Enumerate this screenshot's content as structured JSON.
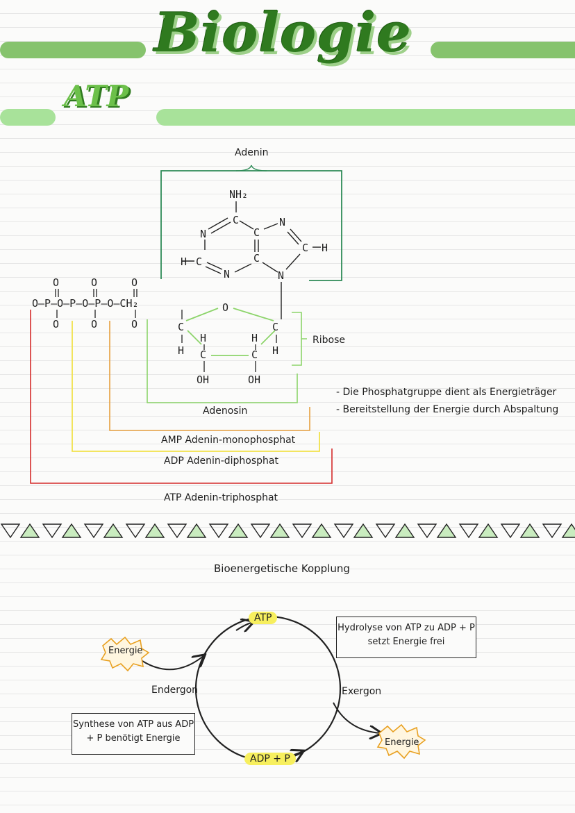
{
  "header": {
    "title": "Biologie",
    "subtitle": "ATP"
  },
  "structure": {
    "adenine_label": "Adenin",
    "ribose_label": "Ribose",
    "adenosin_label": "Adenosin",
    "amp_label": "AMP Adenin-monophosphat",
    "adp_label": "ADP Adenin-diphosphat",
    "atp_label": "ATP Adenin-triphosphat",
    "notes": [
      "- Die Phosphatgruppe dient als Energieträger",
      "- Bereitstellung der Energie durch Abspaltung"
    ],
    "colors": {
      "adenin": "#2e8b57",
      "ribose": "#8cd46a",
      "amp": "#e6a040",
      "adp": "#f2e24a",
      "atp": "#d42a2a"
    }
  },
  "coupling": {
    "title": "Bioenergetische Kopplung",
    "atp": "ATP",
    "adp_p": "ADP + P",
    "endergon": "Endergon",
    "exergon": "Exergon",
    "energie_in": "Energie",
    "energie_out": "Energie",
    "hydrolysis_line1": "Hydrolyse von ATP zu ADP + P",
    "hydrolysis_line2": "setzt Energie frei",
    "synthesis_line1": "Synthese von ATP aus ADP",
    "synthesis_line2": "+ P benötigt Energie"
  }
}
